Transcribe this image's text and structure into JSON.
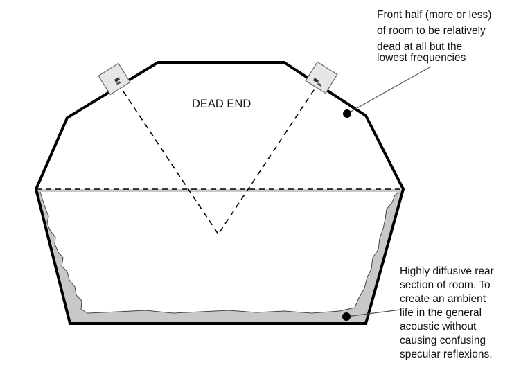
{
  "diagram": {
    "center_label": "DEAD END",
    "front_note": {
      "lines": [
        "Front half (more or less)",
        "of room to be relatively",
        "dead at all but the",
        "lowest frequencies"
      ]
    },
    "rear_note": {
      "lines": [
        "Highly diffusive rear",
        "section of room. To",
        "create an ambient",
        "life in the general",
        "acoustic without",
        "causing confusing",
        "specular reflexions."
      ]
    },
    "colors": {
      "outline": "#000000",
      "diffuser_fill": "#c8c8c8",
      "speaker_fill": "#e6e6e6",
      "callout_line": "#555555"
    }
  }
}
